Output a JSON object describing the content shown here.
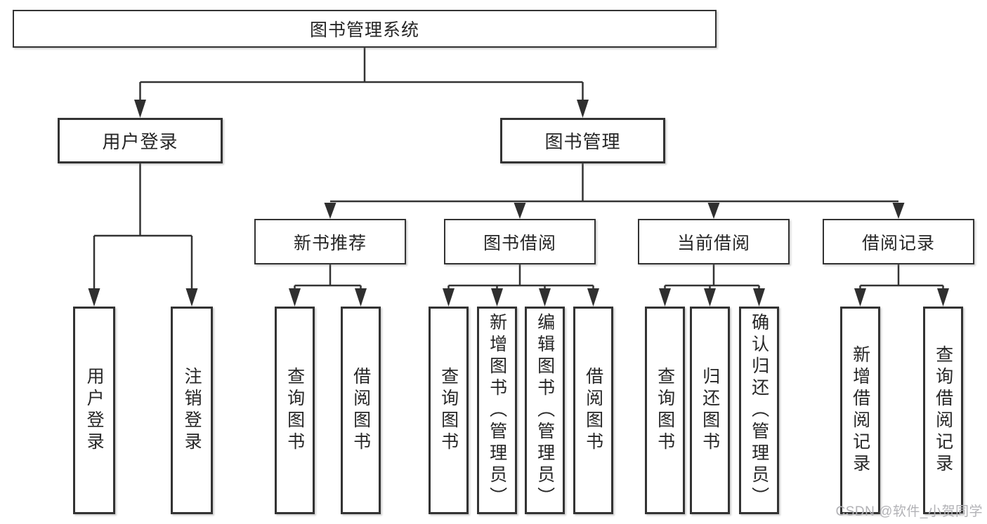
{
  "nodes": {
    "root": "图书管理系统",
    "user_login": "用户登录",
    "book_mgmt": "图书管理",
    "new_book_rec": "新书推荐",
    "book_borrow": "图书借阅",
    "current_borrow": "当前借阅",
    "borrow_record": "借阅记录",
    "ul_user_login": "用户登录",
    "ul_logout": "注销登录",
    "nb_query_book": "查询图书",
    "nb_borrow_book": "借阅图书",
    "bb_query_book": "查询图书",
    "bb_add_book": "新增图书（管理员）",
    "bb_edit_book": "编辑图书（管理员）",
    "bb_borrow_book": "借阅图书",
    "cb_query_book": "查询图书",
    "cb_return_book": "归还图书",
    "cb_confirm_return": "确认归还（管理员）",
    "br_add_record": "新增借阅记录",
    "br_query_record": "查询借阅记录"
  },
  "tree": {
    "图书管理系统": {
      "用户登录": [
        "用户登录",
        "注销登录"
      ],
      "图书管理": {
        "新书推荐": [
          "查询图书",
          "借阅图书"
        ],
        "图书借阅": [
          "查询图书",
          "新增图书（管理员）",
          "编辑图书（管理员）",
          "借阅图书"
        ],
        "当前借阅": [
          "查询图书",
          "归还图书",
          "确认归还（管理员）"
        ],
        "借阅记录": [
          "新增借阅记录",
          "查询借阅记录"
        ]
      }
    }
  },
  "watermark": "CSDN @软件_小贺同学",
  "colors": {
    "line": "#333333",
    "box_border": "#333333",
    "text": "#262626",
    "watermark": "#b2b2b6",
    "background": "#ffffff"
  }
}
